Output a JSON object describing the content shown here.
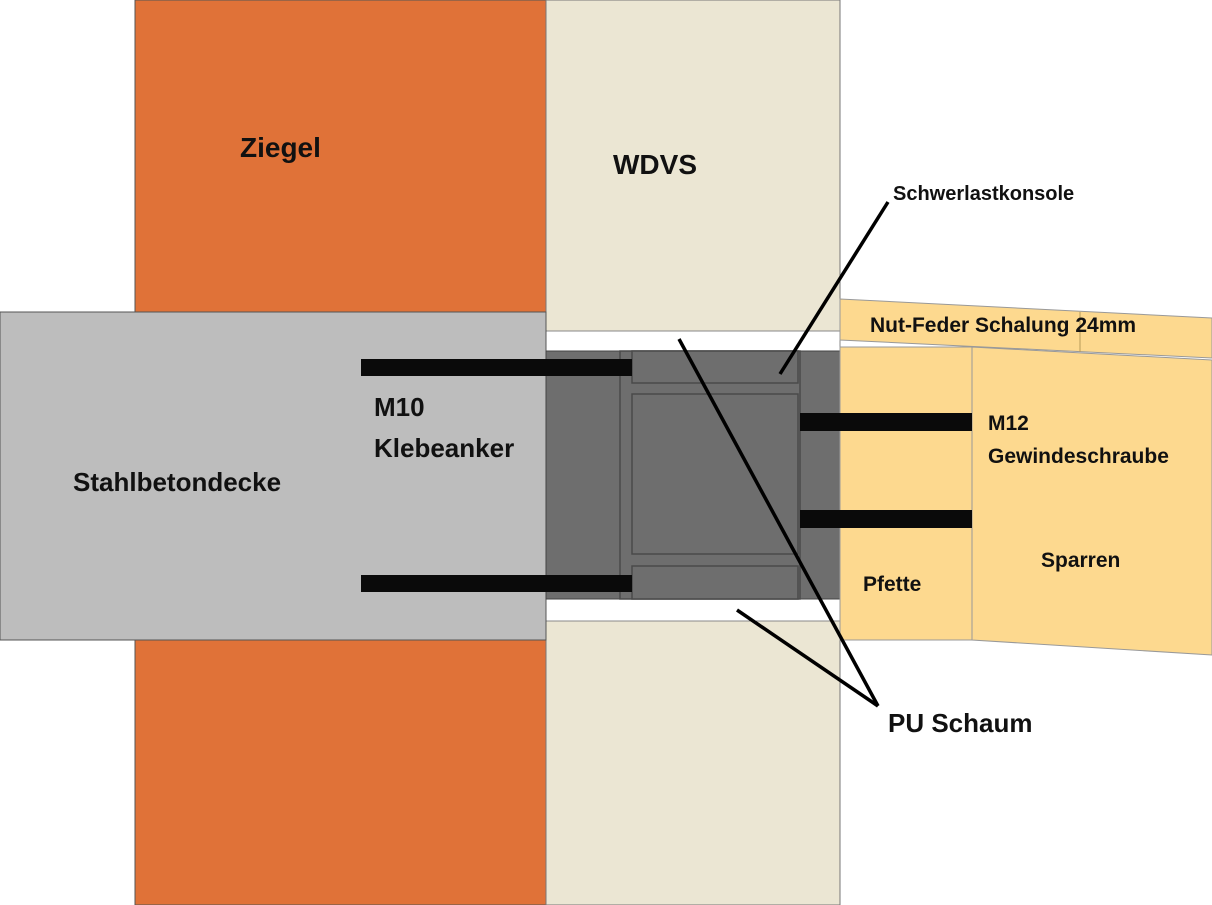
{
  "labels": {
    "ziegel": "Ziegel",
    "wdvs": "WDVS",
    "schwerlastkonsole": "Schwerlastkonsole",
    "nut_feder": "Nut-Feder Schalung 24mm",
    "m10": "M10",
    "klebeanker": "Klebeanker",
    "stahlbetondecke": "Stahlbetondecke",
    "m12": "M12",
    "gewindeschraube": "Gewindeschraube",
    "sparren": "Sparren",
    "pfette": "Pfette",
    "pu_schaum": "PU Schaum"
  },
  "colors": {
    "ziegel": "#e07238",
    "wdvs": "#ebe6d3",
    "stahlbeton": "#bdbdbd",
    "konsole": "#6e6e6e",
    "holz": "#fdd98f",
    "bolt": "#0a0a0a",
    "leader": "#000000",
    "schaum": "#ffffff"
  }
}
